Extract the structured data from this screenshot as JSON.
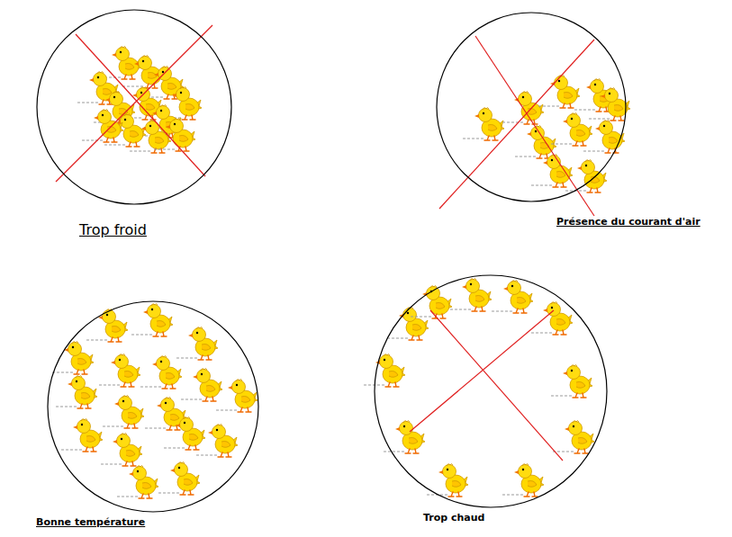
{
  "diagram": {
    "nodes": [
      {
        "text": [
          "Trop froid"
        ]
      },
      {
        "text": [
          "Présence du courant d'air"
        ]
      },
      {
        "text": [
          "Bonne température"
        ]
      },
      {
        "text": [
          "Trop chaud"
        ]
      }
    ]
  }
}
